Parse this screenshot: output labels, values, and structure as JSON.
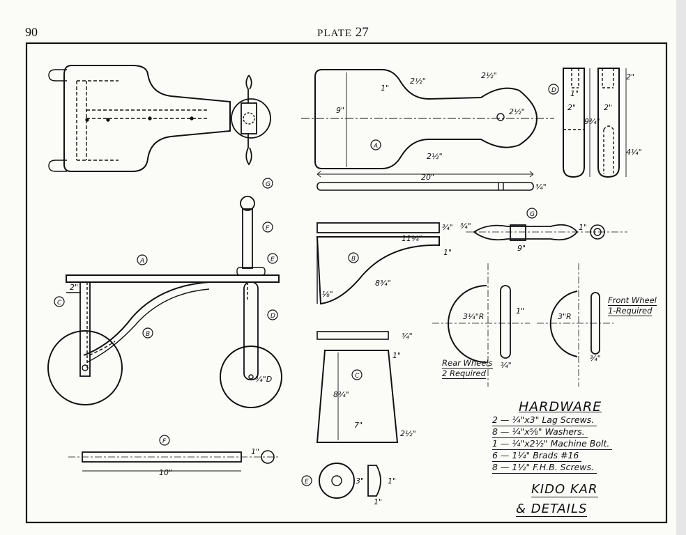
{
  "page": {
    "number": "90",
    "plate_word": "PLATE",
    "plate_number": "27"
  },
  "hardware": {
    "title": "HARDWARE",
    "items": [
      "2 — ¼\"x3\" Lag Screws.",
      "8 — ¼\"x⅝\" Washers.",
      "1 — ¼\"x2½\" Machine Bolt.",
      "6 — 1¼\" Brads #16",
      "8 — 1½\" F.H.B. Screws."
    ]
  },
  "title": {
    "line1": "KIDO KAR",
    "line2": "& DETAILS"
  },
  "notes": {
    "rear_wheels": [
      "Rear Wheels",
      "2 Required"
    ],
    "front_wheel": [
      "Front Wheel",
      "1-Required"
    ]
  },
  "dimensions": {
    "a_width": "9\"",
    "a_length": "20\"",
    "a_neck": "2½\"",
    "a_round": "2½\"",
    "a_hole": "2½\"",
    "a_thick": "¾\"",
    "a_corner": "1\"",
    "b_length": "11¼\"",
    "b_radius": "8¾\"",
    "b_thick": "¾\"",
    "b_end": "1\"",
    "b_low": "⅛\"",
    "d_w1": "2\"",
    "d_w2": "2\"",
    "d_len": "9¾\"",
    "d_top": "2\"",
    "d_slot": "4¼\"",
    "d_small": "1\"",
    "g_len": "9\"",
    "g_dia": "1\"",
    "g_end": "¾\"",
    "rear_r": "3¼\"R",
    "front_r": "3\"R",
    "rear_t": "¾\"",
    "front_t": "¾\"",
    "wheel_top": "1\"",
    "c_height": "8¾\"",
    "c_width": "7\"",
    "c_base": "2½\"",
    "c_thick": "¾\"",
    "c_top": "1\"",
    "f_len": "10\"",
    "f_dia": "1\"",
    "side_2": "2\"",
    "d_hole": "¾\"D",
    "e_dia": "3\"",
    "e_thick": "1\"",
    "e_base": "1\""
  },
  "callouts": [
    "A",
    "B",
    "C",
    "D",
    "E",
    "F",
    "G"
  ]
}
